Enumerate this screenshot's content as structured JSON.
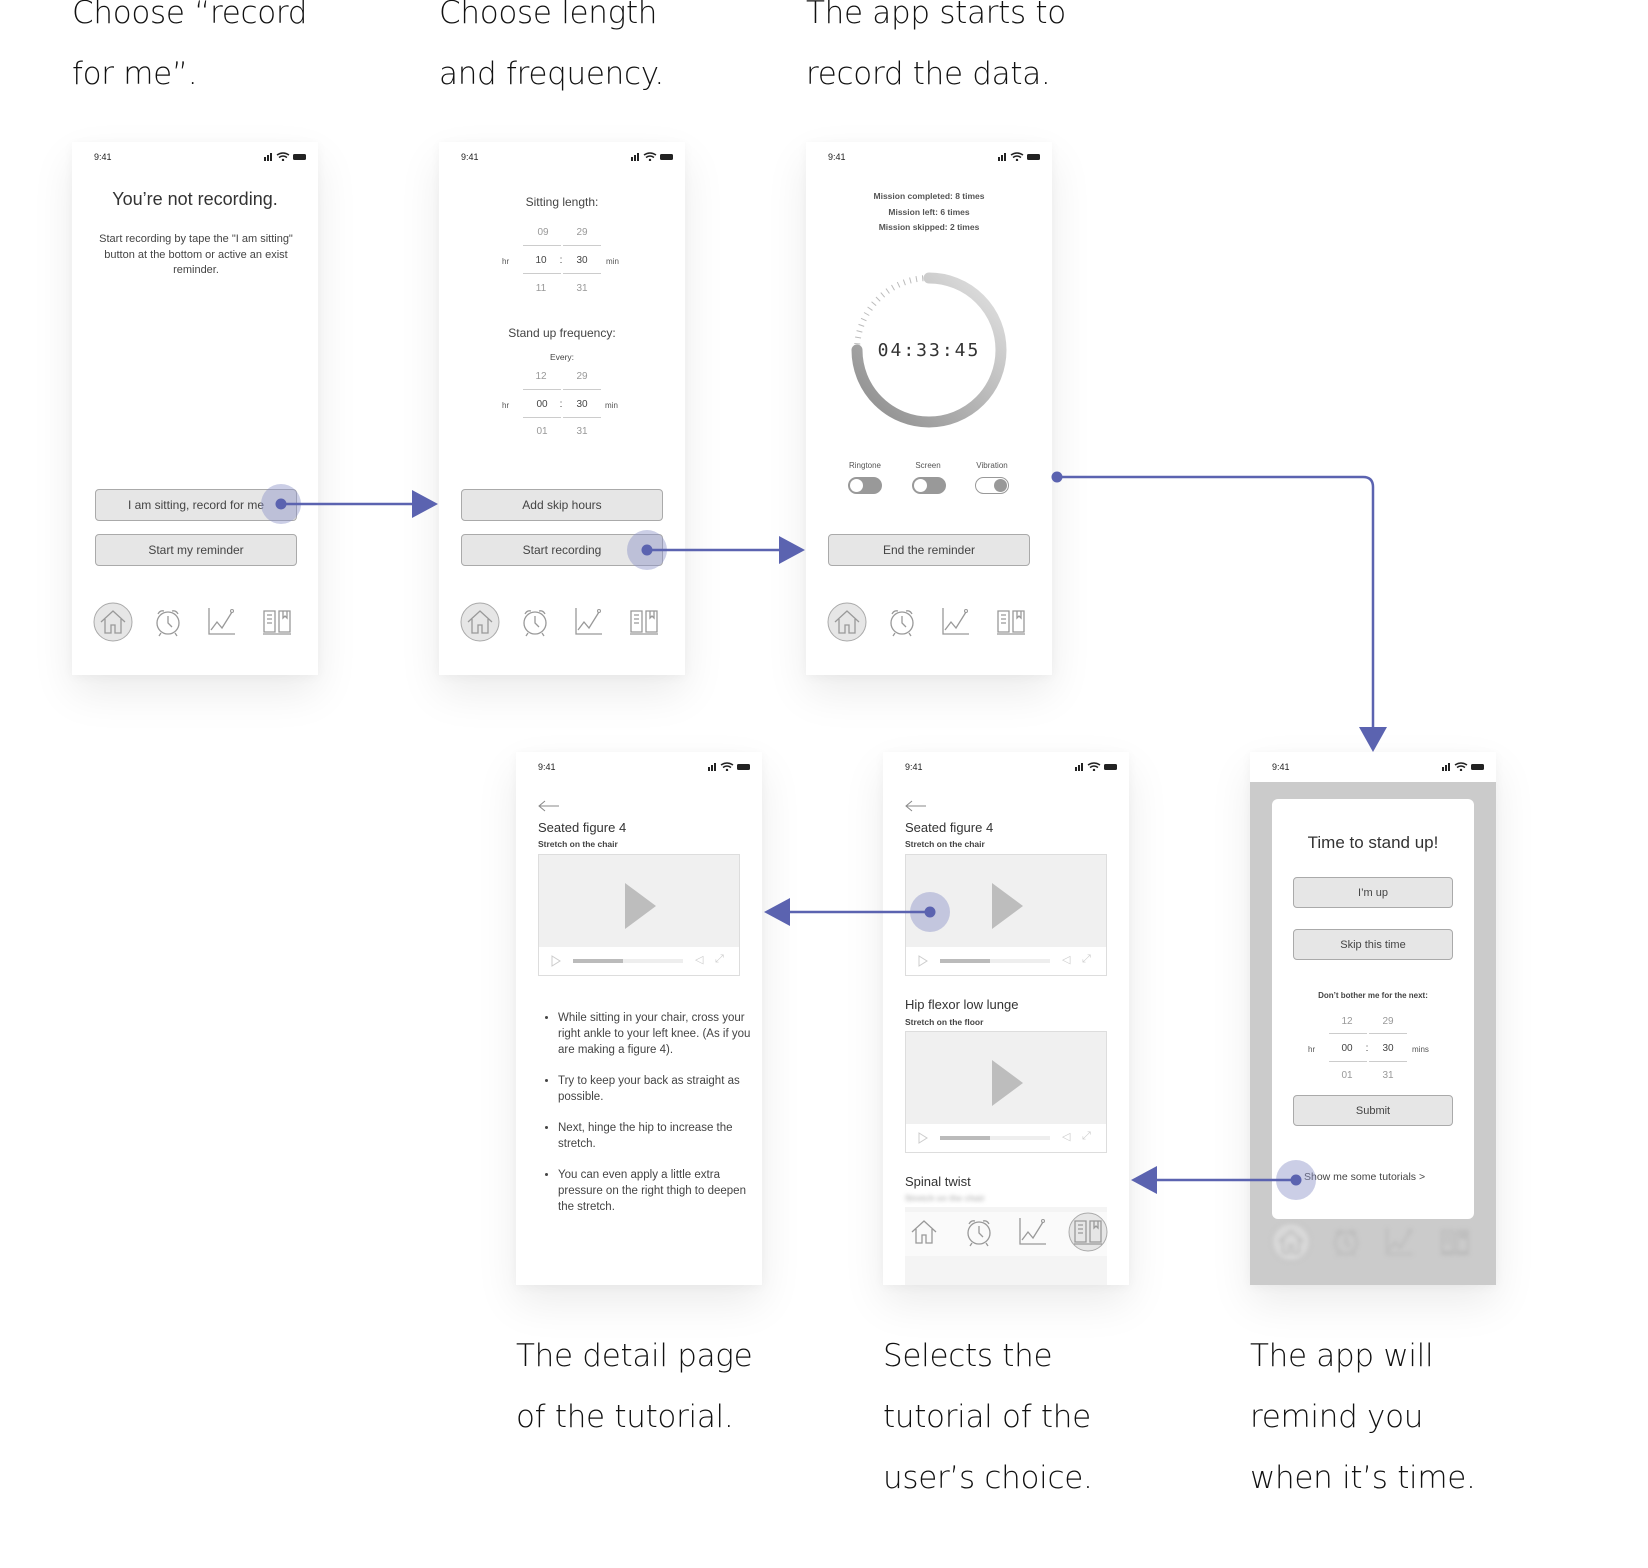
{
  "captions": {
    "step1": [
      "Choose “record",
      "for me”."
    ],
    "step2": [
      "Choose length",
      "and frequency."
    ],
    "step3": [
      "The app starts to",
      "record the data."
    ],
    "step4": [
      "The detail page",
      "of the tutorial."
    ],
    "step5": [
      "Selects the",
      "tutorial of the",
      "user’s choice."
    ],
    "step6": [
      "The app will",
      "remind you",
      "when it’s time."
    ]
  },
  "status_time": "9:41",
  "accent": "#5b63b0",
  "tab_icons": [
    "home-icon",
    "alarm-clock-icon",
    "chart-icon",
    "book-icon"
  ],
  "screen1": {
    "title": "You’re not recording.",
    "description": "Start recording by tape the \"I am sitting\" button at the bottom or active an exist reminder.",
    "button_sit": "I am sitting, record for me",
    "button_reminder": "Start my reminder"
  },
  "screen2": {
    "sitting_label": "Sitting length:",
    "sitting": {
      "hr_prev": "09",
      "min_prev": "29",
      "hr": "10",
      "min": "30",
      "hr_next": "11",
      "min_next": "31"
    },
    "freq_label": "Stand up frequency:",
    "every": "Every:",
    "freq": {
      "hr_prev": "12",
      "min_prev": "29",
      "hr": "00",
      "min": "30",
      "hr_next": "01",
      "min_next": "31"
    },
    "hr_unit": "hr",
    "min_unit": "min",
    "sep": ":",
    "button_skip": "Add skip hours",
    "button_start": "Start recording"
  },
  "screen3": {
    "missions": [
      "Mission completed: 8 times",
      "Mission left: 6 times",
      "Mission skipped: 2 times"
    ],
    "timer": "04:33:45",
    "timer_progress": 0.75,
    "toggles": [
      {
        "label": "Ringtone",
        "on": false
      },
      {
        "label": "Screen",
        "on": false
      },
      {
        "label": "Vibration",
        "on": true
      }
    ],
    "button_end": "End the reminder"
  },
  "screen4": {
    "title": "Seated figure 4",
    "subtitle": "Stretch on the chair",
    "video_progress": 0.45,
    "bullets": [
      "While sitting in your chair, cross your right ankle to your left knee. (As if you are making a figure 4).",
      "Try to keep your back as straight as possible.",
      "Next, hinge the hip to increase the stretch.",
      "You can even apply a little extra pressure on the right thigh to deepen the stretch."
    ]
  },
  "screen5": {
    "items": [
      {
        "title": "Seated figure 4",
        "subtitle": "Stretch on the chair"
      },
      {
        "title": "Hip flexor low lunge",
        "subtitle": "Stretch on the floor"
      },
      {
        "title": "Spinal twist",
        "subtitle": "Stretch on the chair"
      }
    ],
    "video_progress": 0.45
  },
  "screen6": {
    "title": "Time to stand up!",
    "button_up": "I’m up",
    "button_skip": "Skip this time",
    "dont_bother": "Don’t bother me for the next:",
    "picker": {
      "hr_prev": "12",
      "min_prev": "29",
      "hr": "00",
      "min": "30",
      "hr_next": "01",
      "min_next": "31"
    },
    "hr_unit": "hr",
    "min_unit": "mins",
    "sep": ":",
    "button_submit": "Submit",
    "tutorial_link": "Show me some tutorials >"
  }
}
